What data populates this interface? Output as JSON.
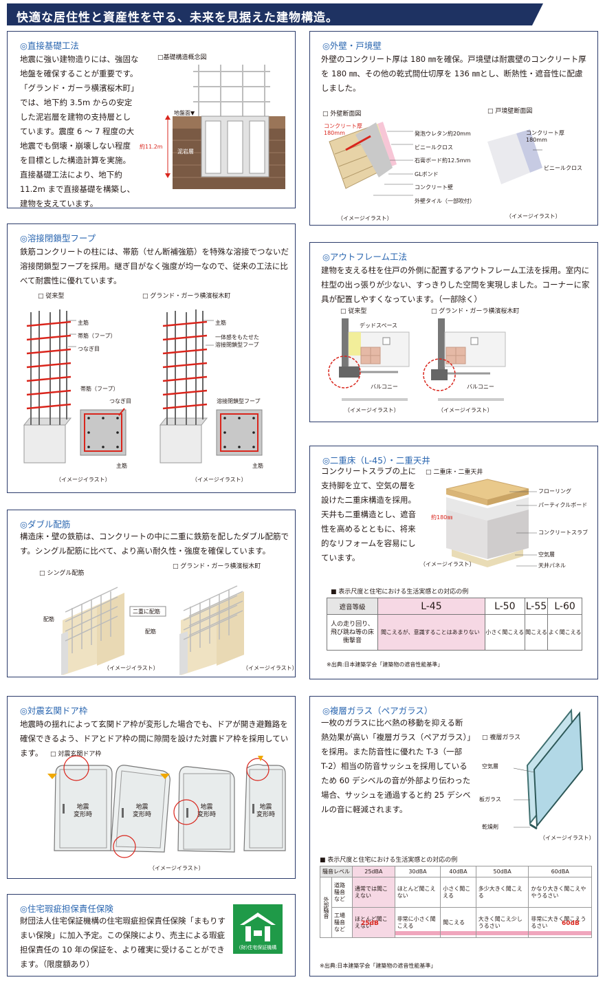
{
  "banner": {
    "title": "快適な居住性と資産性を守る、未来を見据えた建物構造。"
  },
  "colors": {
    "navy": "#1e3262",
    "title_blue": "#2a66b0",
    "rebar_red": "#d9251c",
    "pink": "#f6d8e4",
    "accent_orange": "#e8a400"
  },
  "foundation": {
    "title": "◎直接基礎工法",
    "lines": [
      "地震に強い建物造りには、強固な",
      "地盤を確保することが重要です。",
      "「グランド・ガーラ横濱桜木町」",
      "では、地下約 3.5m からの安定",
      "した泥岩層を建物の支持層とし",
      "ています。震度 6 〜 7 程度の大",
      "地震でも倒壊・崩壊しない程度",
      "を目標とした構造計算を実施。",
      "直接基礎工法により、地下約",
      "11.2m まで直接基礎を構築し、",
      "建物を支えています。"
    ],
    "fig_caption": "□基礎構造概念図",
    "ground_label": "地盤面▼",
    "depth_label": "約11.2m",
    "layer_label": "泥岩層"
  },
  "outer_wall": {
    "title": "◎外壁・戸境壁",
    "lines": [
      "外壁のコンクリート厚は 180 ㎜を確保。戸境壁は耐震壁のコンクリート厚",
      "を 180 ㎜、その他の乾式間仕切厚を 136 ㎜とし、断熱性・遮音性に配慮",
      "しました。"
    ],
    "fig1_caption": "□ 外壁断面図",
    "fig2_caption": "□ 戸境壁断面図",
    "thickness_label": [
      "コンクリート厚",
      "180mm"
    ],
    "labels": [
      "発泡ウレタン約20mm",
      "ビニールクロス",
      "石膏ボード約12.5mm",
      "GLボンド",
      "コンクリート壁",
      "外壁タイル（一部吹付）"
    ],
    "wall2_thickness": [
      "コンクリート厚",
      "180mm"
    ],
    "wall2_label": "ビニールクロス",
    "image_note": "（イメージイラスト）"
  },
  "hoop": {
    "title": "◎溶接閉鎖型フープ",
    "lines": [
      "鉄筋コンクリートの柱には、帯筋（せん断補強筋）を特殊な溶接でつないだ",
      "溶接閉鎖型フープを採用。継ぎ目がなく強度が均一なので、従来の工法に比",
      "べて耐震性に優れています。"
    ],
    "fig1_caption": "□ 従来型",
    "fig2_caption": "□ グランド・ガーラ横濱桜木町",
    "left_labels": [
      "主筋",
      "帯筋（フープ）",
      "つなぎ目"
    ],
    "left_section_labels": [
      "帯筋（フープ）",
      "つなぎ目",
      "主筋"
    ],
    "right_labels": [
      "主筋",
      "一体感をもたせた",
      "溶接閉鎖型フープ"
    ],
    "right_section_labels": [
      "溶接閉鎖型フープ",
      "主筋"
    ],
    "image_note": "（イメージイラスト）"
  },
  "outframe": {
    "title": "◎アウトフレーム工法",
    "lines": [
      "建物を支える柱を住戸の外側に配置するアウトフレーム工法を採用。室内に",
      "柱型の出っ張りが少ない、すっきりした空間を実現しました。コーナーに家",
      "具が配置しやすくなっています。（一部除く）"
    ],
    "fig1_caption": "□ 従来型",
    "fig2_caption": "□ グランド・ガーラ横濱桜木町",
    "dead_space": "デッドスペース",
    "balcony": "バルコニー",
    "image_note": "（イメージイラスト）"
  },
  "double_rebar": {
    "title": "◎ダブル配筋",
    "lines": [
      "構造床・壁の鉄筋は、コンクリートの中に二重に鉄筋を配したダブル配筋で",
      "す。シングル配筋に比べて、より高い耐久性・強度を確保しています。"
    ],
    "fig1_caption": "□ シングル配筋",
    "fig2_caption": "□ グランド・ガーラ横濱桜木町",
    "rebar_label": "配筋",
    "double_label": "二重に配筋",
    "image_note": "（イメージイラスト）"
  },
  "double_floor": {
    "title": "◎二重床（L-45）・二重天井",
    "lines": [
      "コンクリートスラブの上に",
      "支持脚を立て、空気の層を",
      "設けた二重床構造を採用。",
      "天井も二重構造とし、遮音",
      "性を高めるとともに、将来",
      "的なリフォームを容易にし",
      "ています。"
    ],
    "fig_caption": "□ 二重床・二重天井",
    "labels": [
      "フローリング",
      "パーティクルボード",
      "コンクリートスラブ",
      "空気層",
      "天井パネル"
    ],
    "height_label": "約180㎜",
    "image_note": "（イメージイラスト）",
    "table_caption": "■ 表示尺度と住宅における生活実感との対応の例",
    "table_header": [
      "遮音等級",
      "L-45",
      "L-50",
      "L-55",
      "L-60"
    ],
    "table_row": [
      "人の走り回り、飛び跳ね等の床衝撃音",
      "聞こえるが、意識することはあまりない",
      "小さく聞こえる",
      "聞こえる",
      "よく聞こえる"
    ],
    "source": "※出典:日本建築学会「建築物の遮音性能基準」"
  },
  "door": {
    "title": "◎対震玄関ドア枠",
    "lines": [
      "地震時の揺れによって玄関ドア枠が変形した場合でも、ドアが開き避難路を",
      "確保できるよう、ドアとドア枠の間に隙間を設けた対震ドア枠を採用してい",
      "ます。"
    ],
    "fig_caption": "□ 対震玄関ドア枠",
    "door_labels": [
      "地震",
      "変形時"
    ],
    "image_note": "（イメージイラスト）"
  },
  "glass": {
    "title": "◎複層ガラス（ペアガラス）",
    "lines": [
      "一枚のガラスに比べ熱の移動を抑える断",
      "熱効果が高い「複層ガラス（ペアガラス）」",
      "を採用。また防音性に優れた T-3（一部",
      "T-2）相当の防音サッシュを採用している",
      "ため 60 デシベルの音が外部より伝わった",
      "場合、サッシュを通過すると約 25 デシベ",
      "ルの音に軽減されます。"
    ],
    "fig_caption": "□ 複層ガラス",
    "labels": [
      "空気層",
      "板ガラス",
      "乾燥剤"
    ],
    "image_note": "（イメージイラスト）",
    "table_caption": "■ 表示尺度と住宅における生活実感との対応の例",
    "header": [
      "騒音レベル",
      "25dBA",
      "30dBA",
      "40dBA",
      "50dBA",
      "60dBA"
    ],
    "side_label": "外部騒音",
    "row1_label": "道路騒音など",
    "row1": [
      "通常では聞こえない",
      "ほとんど聞こえない",
      "小さく聞こえる",
      "多少大きく聞こえる",
      "かなり大きく聞こえややうるさい"
    ],
    "row2_label": "工場騒音など",
    "row2": [
      "ほとんど聞こえない",
      "非常に小さく聞こえる",
      "聞こえる",
      "大きく聞こえ少しうるさい",
      "非常に大きく聞こえうるさい"
    ],
    "mark_low": "25dB",
    "mark_high": "60dB",
    "source": "※出典:日本建築学会「建築物の遮音性能基準」"
  },
  "insurance": {
    "title": "◎住宅瑕疵担保責任保険",
    "lines": [
      "財団法人住宅保証機構の住宅瑕疵担保責任保険「まもりす",
      "まい保険」に加入予定。この保険により、売主による瑕疵",
      "担保責任の 10 年の保証を、より確実に受けることができ",
      "ます。（限度額あり）"
    ],
    "logo_text": "(財)住宅保証機構"
  }
}
